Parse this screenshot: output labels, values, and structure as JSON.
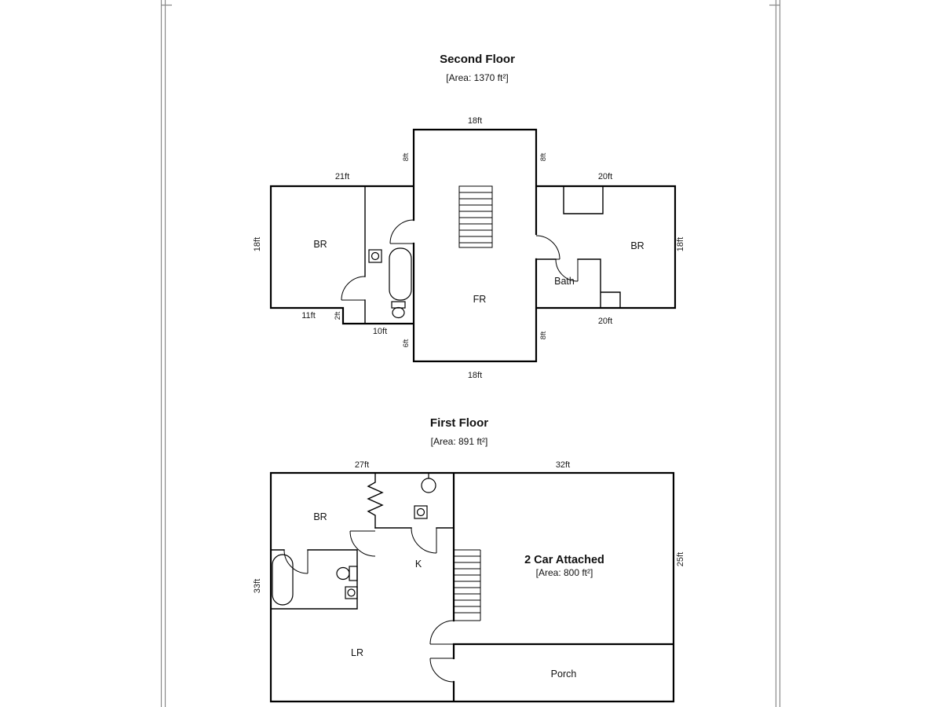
{
  "page": {
    "bg": "#ffffff",
    "wall_color": "#000000",
    "border_color": "#8a8a8a"
  },
  "second_floor": {
    "title": "Second Floor",
    "area_label": "[Area: 1370 ft²]",
    "rooms": {
      "br_left": "BR",
      "fr": "FR",
      "bath": "Bath",
      "br_right": "BR"
    },
    "dimensions": {
      "top": "18ft",
      "bottom": "18ft",
      "left_wing_top": "21ft",
      "right_wing_top": "20ft",
      "left_wing_side": "18ft",
      "right_wing_side": "18ft",
      "left_wing_bottom_left": "11ft",
      "left_wing_bottom_step": "2ft",
      "left_wing_bottom_right": "10ft",
      "right_wing_bottom": "20ft",
      "core_top_left": "8ft",
      "core_top_right": "8ft",
      "core_bottom_left": "6ft",
      "core_bottom_right": "8ft"
    }
  },
  "first_floor": {
    "title": "First Floor",
    "area_label": "[Area: 891 ft²]",
    "rooms": {
      "br": "BR",
      "kitchen": "K",
      "lr": "LR",
      "porch": "Porch",
      "garage_title": "2 Car Attached",
      "garage_area": "[Area: 800 ft²]"
    },
    "dimensions": {
      "house_top": "27ft",
      "garage_top": "32ft",
      "house_side": "33ft",
      "garage_side": "25ft"
    }
  }
}
